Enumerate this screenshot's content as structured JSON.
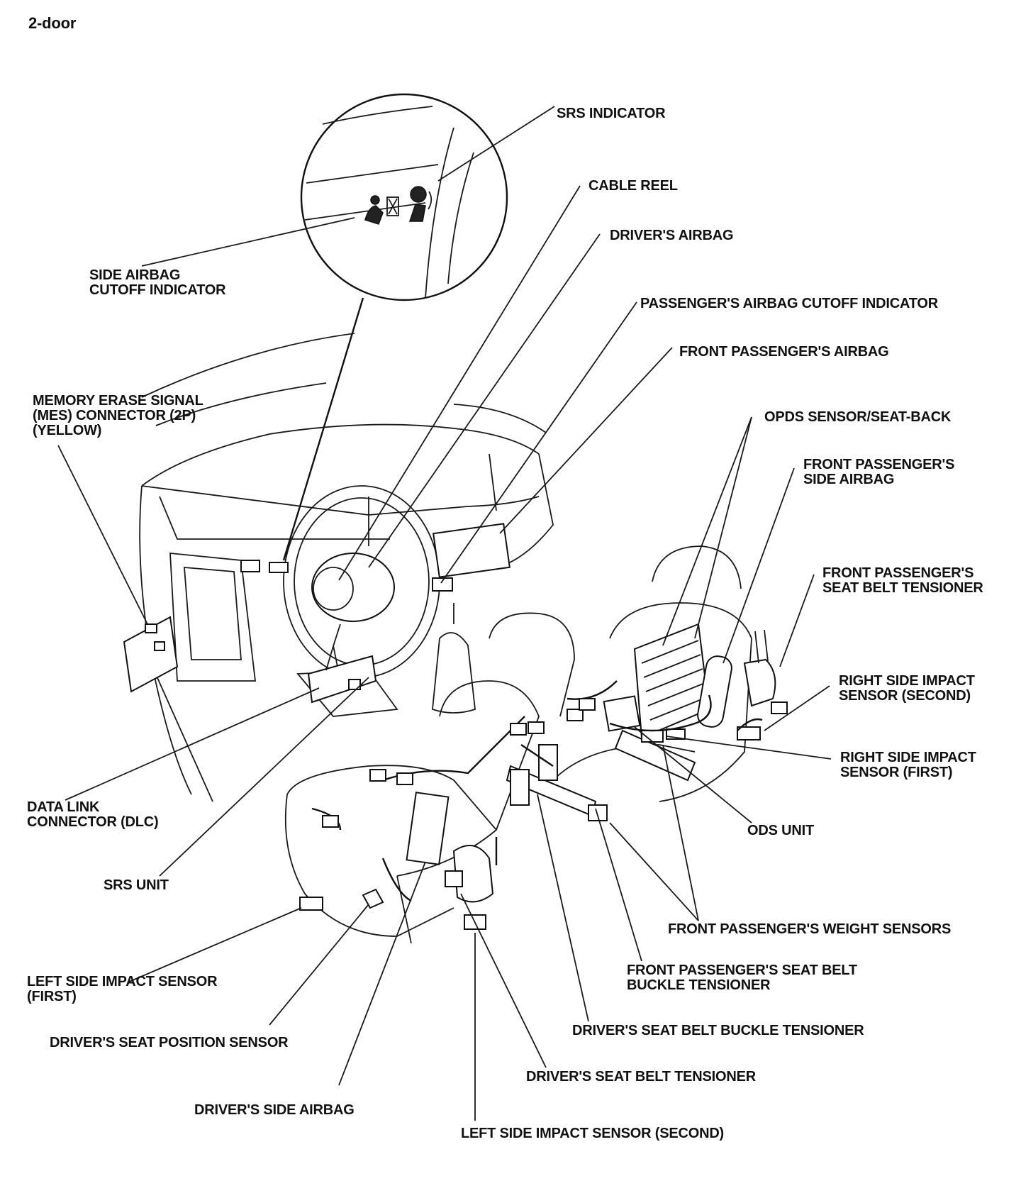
{
  "title": "2-door",
  "labels": {
    "srs_indicator": "SRS INDICATOR",
    "cable_reel": "CABLE REEL",
    "drivers_airbag": "DRIVER'S AIRBAG",
    "side_airbag_cutoff": [
      "SIDE AIRBAG",
      "CUTOFF INDICATOR"
    ],
    "passengers_airbag_cutoff": "PASSENGER'S AIRBAG CUTOFF INDICATOR",
    "front_passengers_airbag": "FRONT PASSENGER'S AIRBAG",
    "mes_connector": [
      "MEMORY ERASE SIGNAL",
      "(MES) CONNECTOR (2P)",
      "(YELLOW)"
    ],
    "opds_sensor": "OPDS SENSOR/SEAT-BACK",
    "front_passengers_side_airbag": [
      "FRONT PASSENGER'S",
      "SIDE AIRBAG"
    ],
    "front_passengers_seat_belt_tensioner": [
      "FRONT PASSENGER'S",
      "SEAT BELT TENSIONER"
    ],
    "right_side_impact_second": [
      "RIGHT SIDE IMPACT",
      "SENSOR (SECOND)"
    ],
    "right_side_impact_first": [
      "RIGHT SIDE IMPACT",
      "SENSOR (FIRST)"
    ],
    "data_link_connector": [
      "DATA LINK",
      "CONNECTOR (DLC)"
    ],
    "ods_unit": "ODS UNIT",
    "srs_unit": "SRS UNIT",
    "front_passengers_weight_sensors": "FRONT PASSENGER'S WEIGHT SENSORS",
    "front_passengers_buckle_tensioner": [
      "FRONT PASSENGER'S SEAT BELT",
      "BUCKLE TENSIONER"
    ],
    "left_side_impact_first": [
      "LEFT SIDE IMPACT SENSOR",
      "(FIRST)"
    ],
    "drivers_buckle_tensioner": "DRIVER'S SEAT BELT  BUCKLE TENSIONER",
    "drivers_seat_position_sensor": "DRIVER'S SEAT POSITION SENSOR",
    "drivers_seat_belt_tensioner": "DRIVER'S SEAT BELT TENSIONER",
    "drivers_side_airbag": "DRIVER'S SIDE AIRBAG",
    "left_side_impact_second": "LEFT SIDE IMPACT SENSOR (SECOND)"
  }
}
